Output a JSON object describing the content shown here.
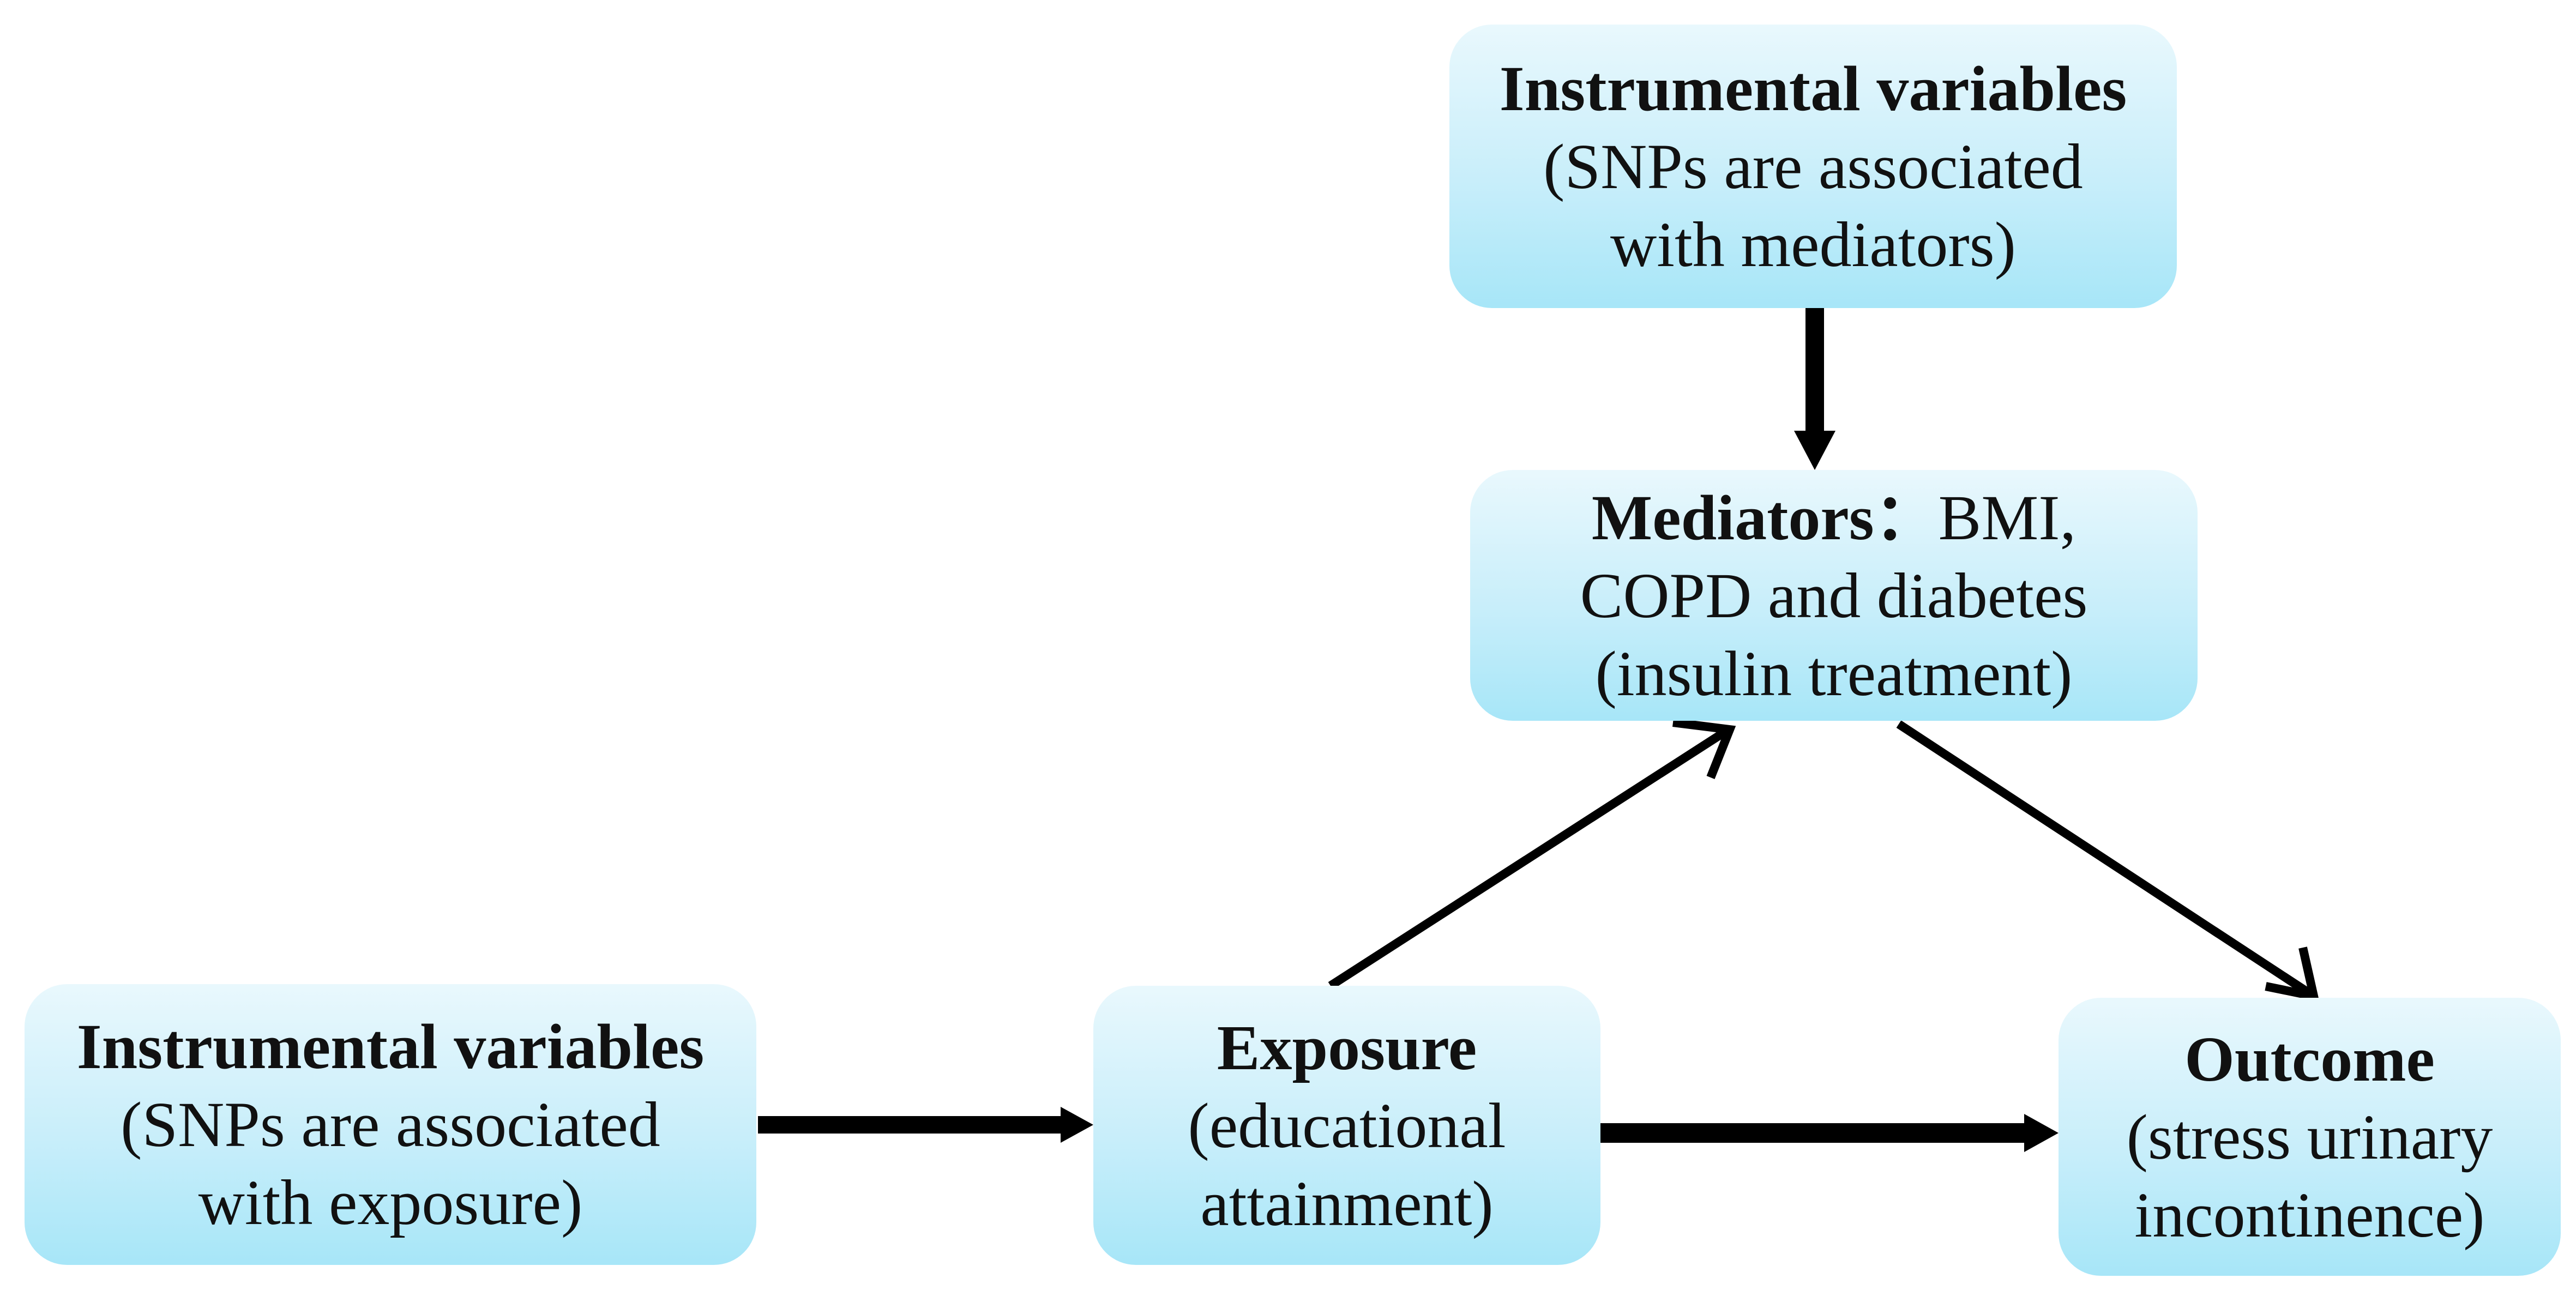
{
  "diagram": {
    "iv_top": {
      "title": "Instrumental variables",
      "line2": "(SNPs are associated",
      "line3": "with mediators)"
    },
    "mediators": {
      "title": "Mediators：",
      "title_rest": "BMI,",
      "line2": "COPD and diabetes",
      "line3": "(insulin treatment)"
    },
    "iv_left": {
      "title": "Instrumental variables",
      "line2": "(SNPs are associated",
      "line3": "with exposure)"
    },
    "exposure": {
      "title": "Exposure",
      "line2": "(educational",
      "line3": "attainment)"
    },
    "outcome": {
      "title": "Outcome",
      "line2": "(stress urinary",
      "line3": "incontinence)"
    }
  },
  "colors": {
    "box_top": "#e9f8fd",
    "box_bottom": "#a7e6f8",
    "arrow": "#000000",
    "text": "#111111"
  }
}
